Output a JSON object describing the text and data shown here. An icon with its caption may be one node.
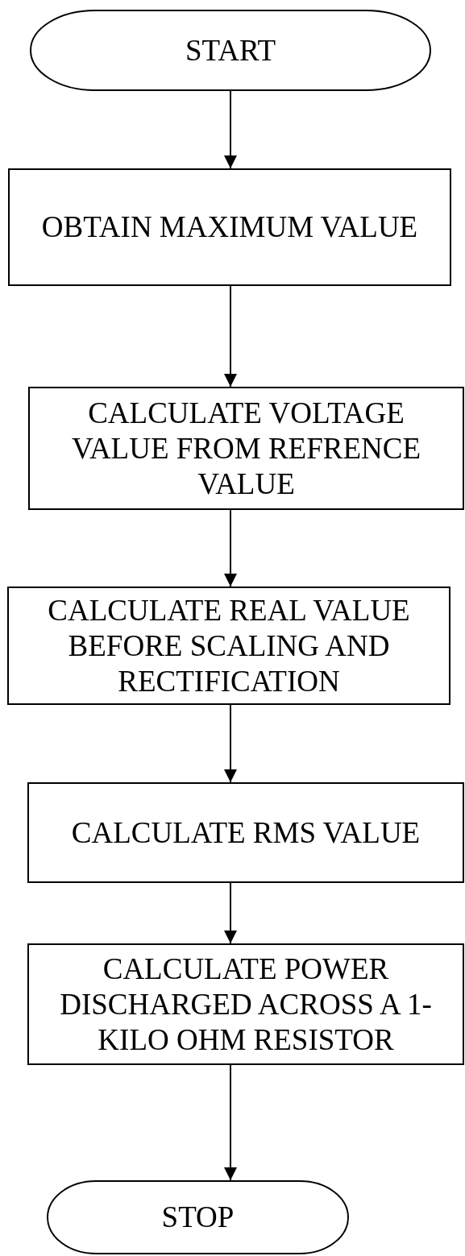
{
  "diagram": {
    "nodes": [
      {
        "text": [
          "START"
        ]
      },
      {
        "text": [
          "OBTAIN MAXIMUM VALUE"
        ]
      },
      {
        "text": [
          "CALCULATE VOLTAGE VALUE FROM REFRENCE VALUE"
        ]
      },
      {
        "text": [
          "CALCULATE REAL VALUE BEFORE SCALING AND RECTIFICATION"
        ]
      },
      {
        "text": [
          "CALCULATE RMS VALUE"
        ]
      },
      {
        "text": [
          "CALCULATE POWER DISCHARGED ACROSS A 1-KILO OHM RESISTOR"
        ]
      },
      {
        "text": [
          "STOP"
        ]
      }
    ],
    "edges": [
      {
        "from": 0,
        "to": 1,
        "arrow": "to"
      },
      {
        "from": 1,
        "to": 2,
        "arrow": "to"
      },
      {
        "from": 2,
        "to": 3,
        "arrow": "to"
      },
      {
        "from": 3,
        "to": 4,
        "arrow": "to"
      },
      {
        "from": 4,
        "to": 5,
        "arrow": "to"
      },
      {
        "from": 5,
        "to": 6,
        "arrow": "to"
      }
    ]
  }
}
